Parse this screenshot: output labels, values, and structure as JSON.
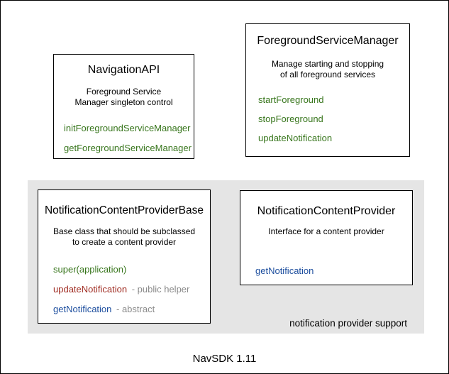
{
  "caption": "NavSDK 1.11",
  "colors": {
    "green": "#38761d",
    "red": "#a02d23",
    "blue": "#1d4e9e",
    "muted": "#8a8a8a",
    "panel_bg": "#e5e5e5"
  },
  "navigation_api": {
    "title": "NavigationAPI",
    "desc1": "Foreground Service",
    "desc2": "Manager singleton control",
    "method1": "initForegroundServiceManager",
    "method2": "getForegroundServiceManager"
  },
  "foreground_service_manager": {
    "title": "ForegroundServiceManager",
    "desc1": "Manage starting and stopping",
    "desc2": "of all foreground services",
    "method1": "startForeground",
    "method2": "stopForeground",
    "method3": "updateNotification"
  },
  "notification_content_provider_base": {
    "title": "NotificationContentProviderBase",
    "desc1": "Base class that should be subclassed",
    "desc2": "to create a content provider",
    "method1": "super(application)",
    "method2": "updateNotification",
    "method2_note": "- public helper",
    "method3": "getNotification",
    "method3_note": "- abstract"
  },
  "notification_content_provider": {
    "title": "NotificationContentProvider",
    "desc1": "Interface for a content provider",
    "method1": "getNotification"
  },
  "panel": {
    "label": "notification provider support"
  }
}
